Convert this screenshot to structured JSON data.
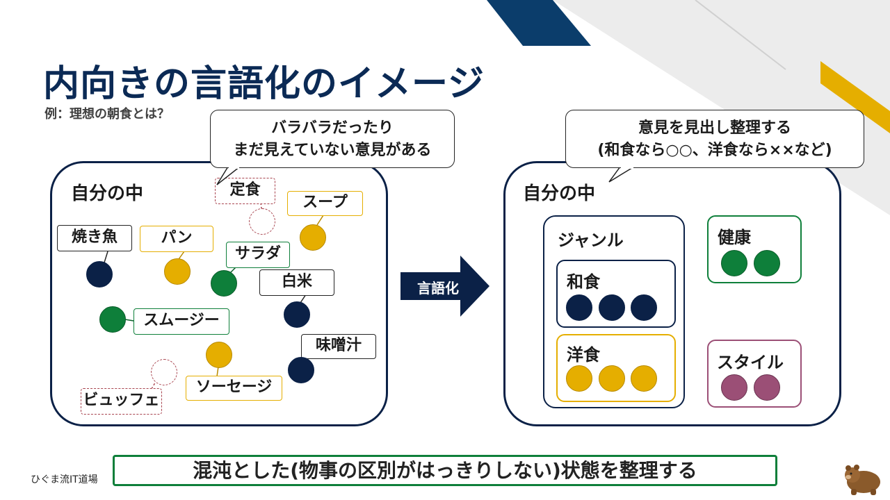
{
  "title": "内向きの言語化のイメージ",
  "subtitle": "例：理想の朝食とは？",
  "callout_left": {
    "line1": "バラバラだったり",
    "line2": "まだ見えていない意見がある"
  },
  "callout_right": {
    "line1": "意見を見出し整理する",
    "line2": "(和食なら○○、洋食なら××など)"
  },
  "left_panel": {
    "title": "自分の中",
    "items": [
      "焼き魚",
      "パン",
      "サラダ",
      "白米",
      "スムージー",
      "ソーセージ",
      "味噌汁",
      "スープ",
      "定食",
      "ビュッフェ"
    ]
  },
  "arrow_label": "言語化",
  "right_panel": {
    "title": "自分の中",
    "genre": {
      "title": "ジャンル",
      "washoku": "和食",
      "yoshoku": "洋食"
    },
    "health": "健康",
    "style": "スタイル"
  },
  "footer": "混沌とした(物事の区別がはっきりしない)状態を整理する",
  "brand": "ひぐま流IT道場",
  "colors": {
    "navy": "#0b2147",
    "gold": "#e5ae00",
    "green": "#0e7f3a",
    "purple": "#9b4f76",
    "title": "#0b2a55"
  }
}
